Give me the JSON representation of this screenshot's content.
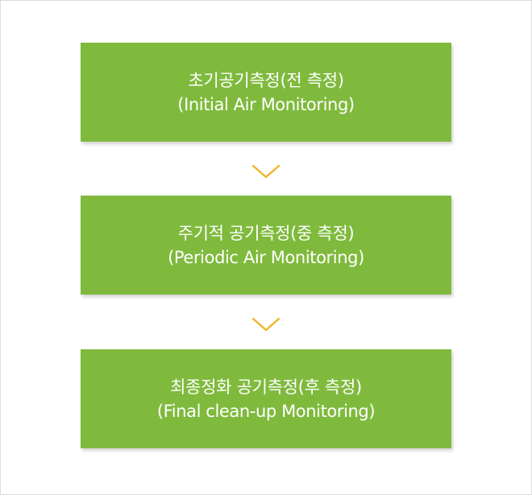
{
  "steps": [
    {
      "korean": "초기공기측정(전 측정)",
      "english": "(Initial Air Monitoring)"
    },
    {
      "korean": "주기적 공기측정(중 측정)",
      "english": "(Periodic Air Monitoring)"
    },
    {
      "korean": "최종정화 공기측정(후 측정)",
      "english": "(Final clean-up Monitoring)"
    }
  ],
  "colors": {
    "box": "#7fba3d",
    "arrow": "#f0b429",
    "text": "#ffffff"
  },
  "icons": {
    "connector": "chevron-down-icon"
  }
}
